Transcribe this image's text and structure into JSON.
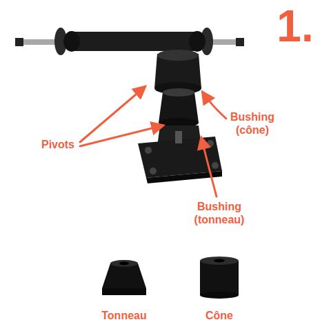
{
  "diagram": {
    "labels": [
      "1.",
      "Pivots",
      "Bushing (cône)",
      "Bushing (tonneau)",
      "Tonneau",
      "Cône"
    ]
  }
}
